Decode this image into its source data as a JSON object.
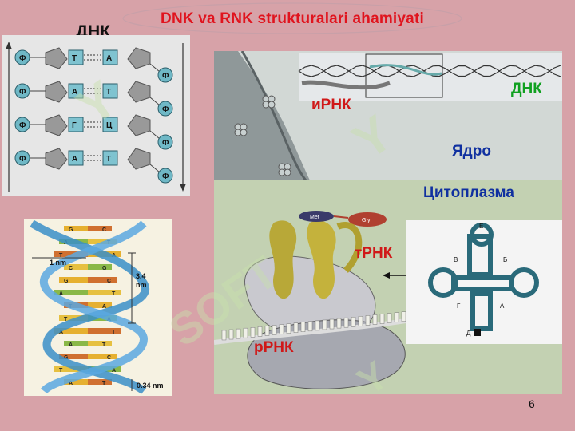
{
  "title": "DNK va RNK strukturalari ahamiyati",
  "dnk_label": "ДНК",
  "page_number": "6",
  "colors": {
    "title": "#e0141e",
    "background": "#d7a2a8",
    "green_label": "#10a020",
    "blue_label": "#1030a0",
    "red_label": "#d01818"
  },
  "dna_chain": {
    "left_labels": [
      "Ф",
      "Ф",
      "Ф",
      "Ф"
    ],
    "right_labels": [
      "Ф",
      "Ф",
      "Ф",
      "Ф"
    ],
    "left_bases": [
      "Т",
      "А",
      "Г",
      "А"
    ],
    "right_bases": [
      "А",
      "Т",
      "Ц",
      "Т"
    ]
  },
  "helix": {
    "left_bases": [
      "G",
      "A",
      "T",
      "C",
      "G",
      "A",
      "T",
      "T",
      "A",
      "A",
      "G",
      "T",
      "A"
    ],
    "right_bases": [
      "C",
      "T",
      "A",
      "G",
      "C",
      "T",
      "A",
      "A",
      "T",
      "T",
      "C",
      "A",
      "T"
    ],
    "label_1nm": "1 nm",
    "label_34nm_a": "3.4",
    "label_34nm_b": "nm",
    "label_034nm": "0.34 nm"
  },
  "cell": {
    "dnk": "ДНК",
    "irnk": "иРНК",
    "yadro": "Ядро",
    "cytoplasm": "Цитоплазма",
    "trnk": "тРНК",
    "rrnk": "рРНК",
    "met": "Met",
    "gly": "Gly"
  },
  "trna": {
    "labels": [
      "Е",
      "В",
      "Б",
      "Г",
      "А",
      "Д"
    ]
  }
}
